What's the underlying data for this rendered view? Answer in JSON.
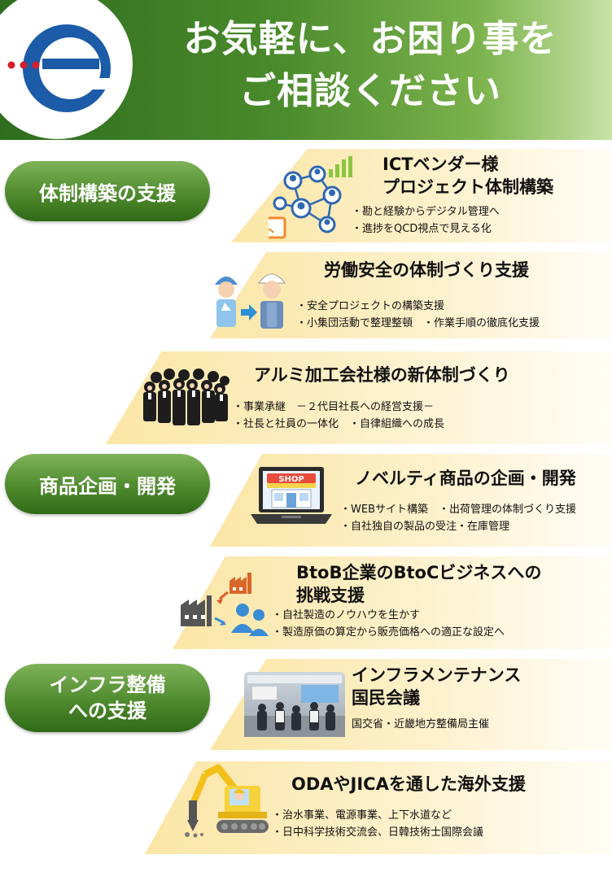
{
  "header": {
    "title_line1": "お気軽に、お困り事を",
    "title_line2": "ご相談ください"
  },
  "colors": {
    "header_green": "#4a8a2c",
    "pill_green": "#4f8a2e",
    "band_yellow": "#fbe6a6",
    "logo_blue": "#1c5ba8",
    "logo_red": "#d31f2b"
  },
  "sections": [
    {
      "label_lines": [
        "体制構築の支援"
      ],
      "items": [
        {
          "title_lines": [
            "ICTベンダー様",
            "プロジェクト体制構築"
          ],
          "bullets": [
            "・勘と経験からデジタル管理へ",
            "・進捗をQCD視点で見える化"
          ],
          "icon": "network-people-icon"
        },
        {
          "title_lines": [
            "労働安全の体制づくり支援"
          ],
          "bullets": [
            "・安全プロジェクトの構築支援",
            "・小集団活動で整理整頓　・作業手順の徹底化支援"
          ],
          "icon": "safety-workers-icon"
        },
        {
          "title_lines": [
            "アルミ加工会社様の新体制づくり"
          ],
          "bullets": [
            "・事業承継　－２代目社長への経営支援－",
            "・社長と社員の一体化　・自律組織への成長"
          ],
          "icon": "employee-group-icon"
        }
      ]
    },
    {
      "label_lines": [
        "商品企画・開発"
      ],
      "items": [
        {
          "title_lines": [
            "ノベルティ商品の企画・開発"
          ],
          "bullets": [
            "・WEBサイト構築　・出荷管理の体制づくり支援",
            "・自社独自の製品の受注・在庫管理"
          ],
          "icon": "laptop-shop-icon",
          "icon_text": "SHOP"
        },
        {
          "title_lines": [
            "BtoB企業のBtoCビジネスへの",
            "挑戦支援"
          ],
          "bullets": [
            "・自社製造のノウハウを生かす",
            "・製造原価の算定から販売価格への適正な設定へ"
          ],
          "icon": "factory-consumer-icon"
        }
      ]
    },
    {
      "label_lines": [
        "インフラ整備",
        "への支援"
      ],
      "items": [
        {
          "title_lines": [
            "インフラメンテナンス",
            "国民会議"
          ],
          "bullets": [
            "国交省・近畿地方整備局主催"
          ],
          "icon": "exhibition-photo"
        },
        {
          "title_lines": [
            "ODAやJICAを通した海外支援"
          ],
          "bullets": [
            "・治水事業、電源事業、上下水道など",
            "・日中科学技術交流会、日韓技術士国際会議"
          ],
          "icon": "excavator-icon"
        }
      ]
    }
  ]
}
